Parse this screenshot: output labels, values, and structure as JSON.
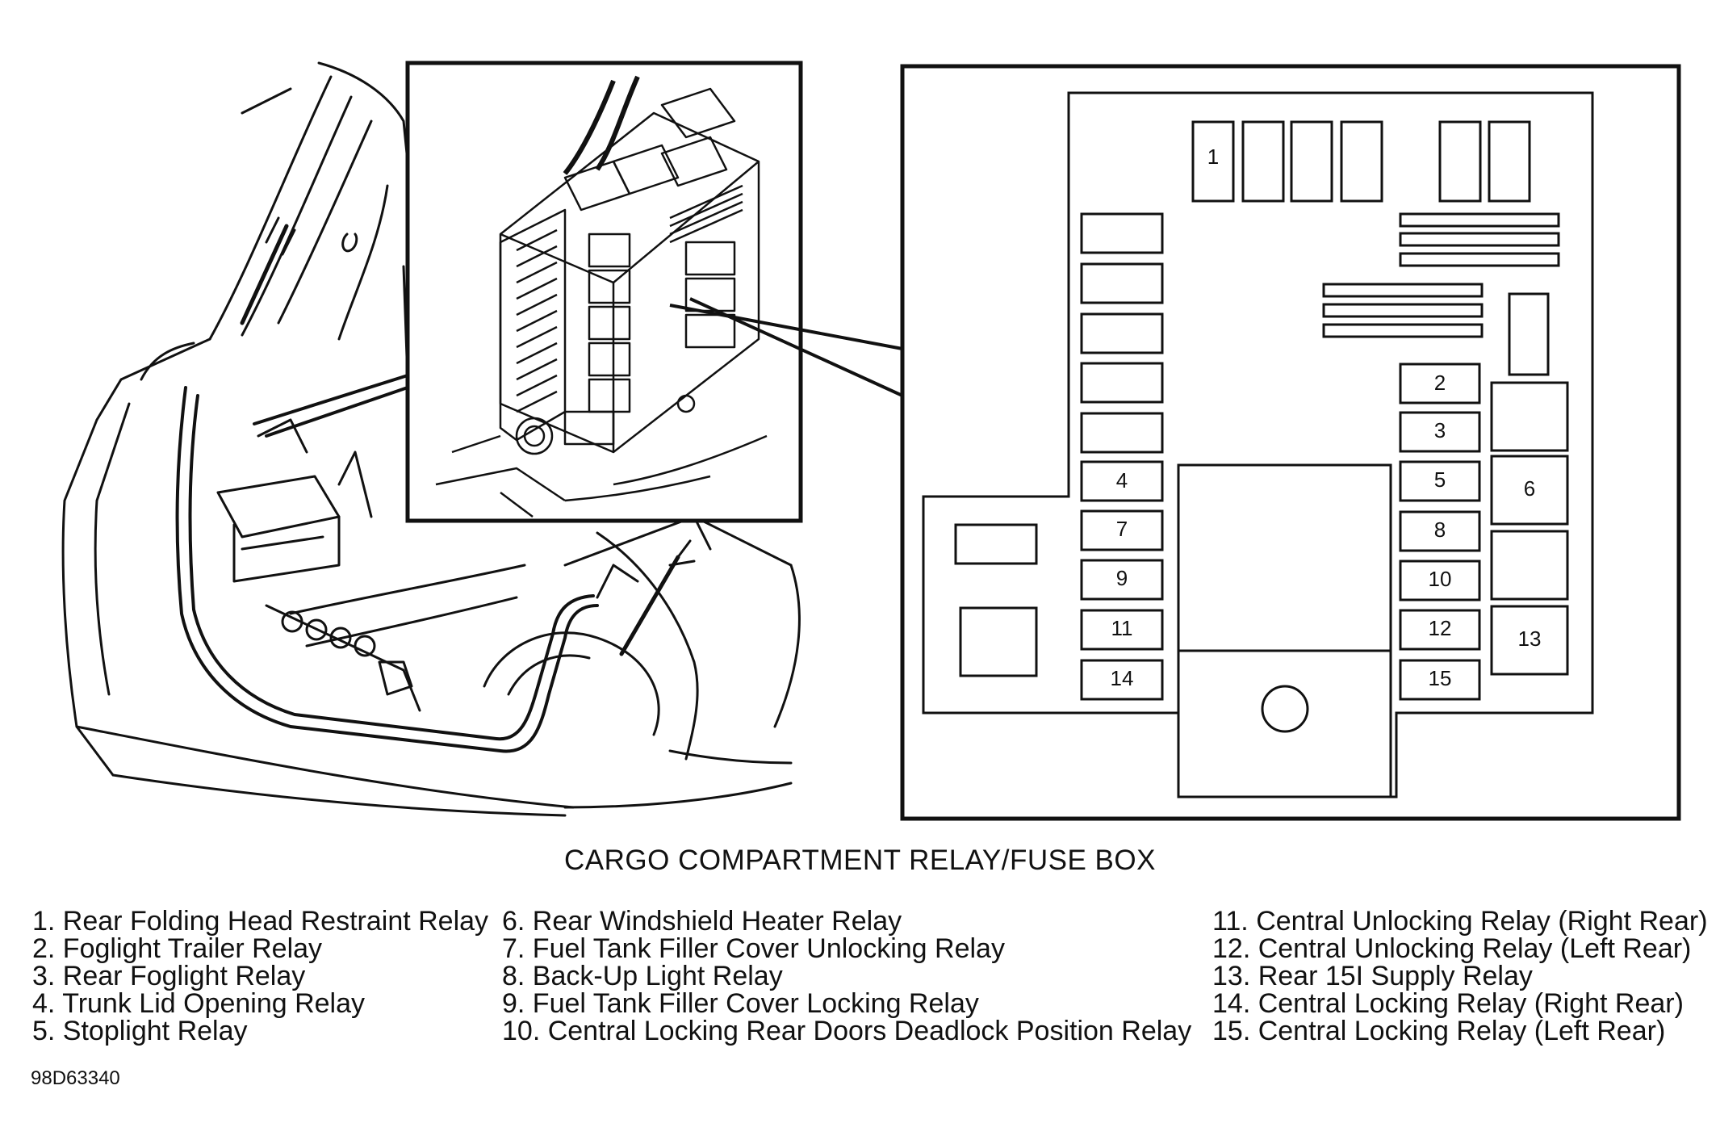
{
  "title": "CARGO COMPARTMENT RELAY/FUSE BOX",
  "figure_code": "98D63340",
  "relay_numbers": [
    "1",
    "2",
    "3",
    "4",
    "5",
    "6",
    "7",
    "8",
    "9",
    "10",
    "11",
    "12",
    "13",
    "14",
    "15"
  ],
  "legend": {
    "col1": [
      "1. Rear Folding Head Restraint Relay",
      "2. Foglight Trailer Relay",
      "3. Rear Foglight Relay",
      "4. Trunk Lid Opening Relay",
      "5. Stoplight Relay"
    ],
    "col2": [
      "6. Rear Windshield Heater Relay",
      "7. Fuel Tank Filler Cover Unlocking Relay",
      "8. Back-Up Light Relay",
      "9. Fuel Tank Filler Cover Locking Relay",
      "10. Central Locking Rear Doors Deadlock Position Relay"
    ],
    "col3": [
      "11. Central Unlocking Relay (Right Rear)",
      "12. Central Unlocking Relay (Left Rear)",
      "13. Rear 15I Supply Relay",
      "14. Central Locking Relay (Right Rear)",
      "15. Central Locking Relay (Left Rear)"
    ]
  }
}
